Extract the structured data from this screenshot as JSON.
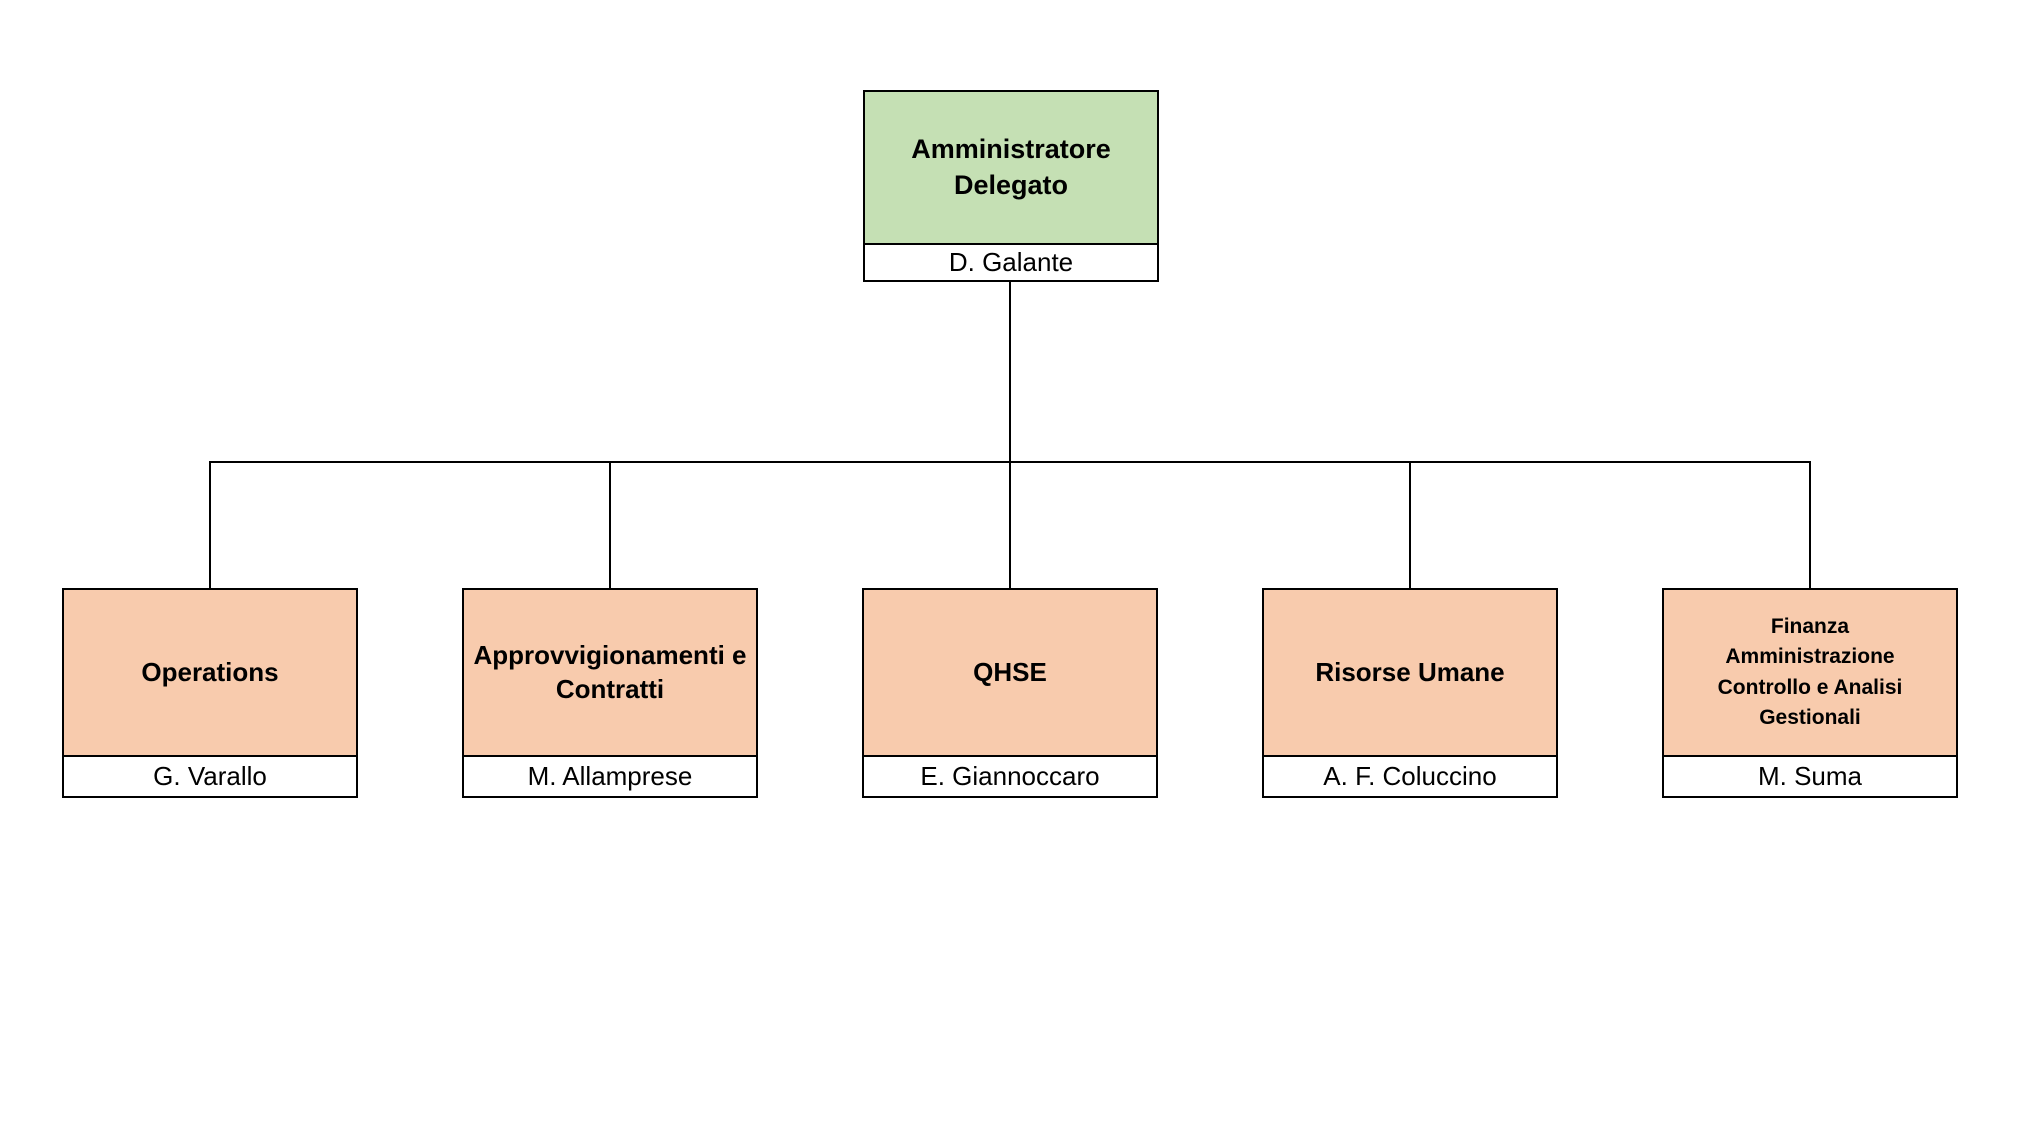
{
  "org_chart": {
    "root": {
      "title": [
        "Amministratore",
        "Delegato"
      ],
      "name": "D. Galante"
    },
    "children": [
      {
        "title": [
          "Operations"
        ],
        "name": "G. Varallo"
      },
      {
        "title": [
          "Approvvigionamenti e",
          "Contratti"
        ],
        "name": "M. Allamprese"
      },
      {
        "title": [
          "QHSE"
        ],
        "name": "E. Giannoccaro"
      },
      {
        "title": [
          "Risorse Umane"
        ],
        "name": "A. F. Coluccino"
      },
      {
        "title": [
          "Finanza",
          "Amministrazione",
          "Controllo e Analisi",
          "Gestionali"
        ],
        "name": "M. Suma"
      }
    ],
    "colors": {
      "root_fill": "#c5e0b4",
      "child_fill": "#f8cbad",
      "name_fill": "#ffffff",
      "border": "#000000",
      "connector": "#000000"
    }
  }
}
